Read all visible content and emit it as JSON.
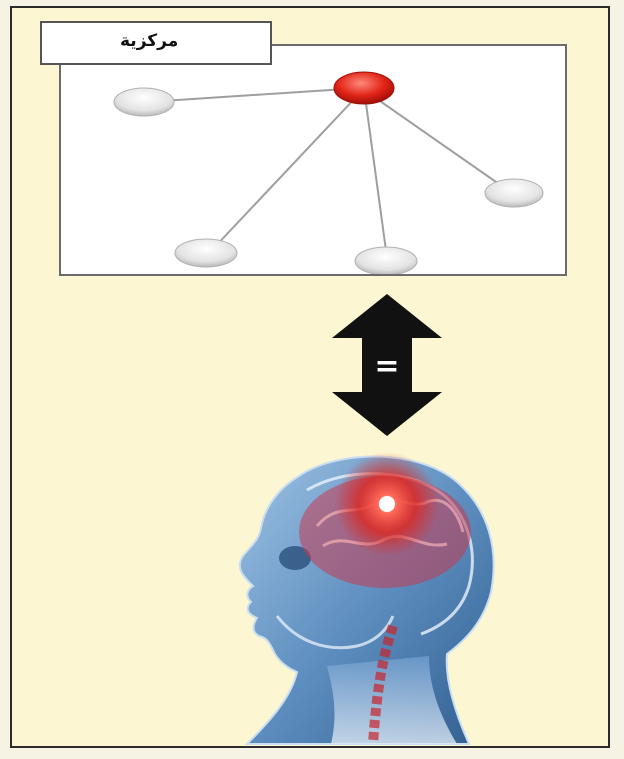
{
  "diagram": {
    "label": "مركزية",
    "equals_symbol": "=",
    "colors": {
      "background": "#fdf6d2",
      "central_node": "#d91c14",
      "peripheral_node": "#e6e6e6",
      "arrow": "#111111",
      "edge": "#9e9e9e"
    },
    "nodes": [
      {
        "id": "center",
        "role": "central"
      },
      {
        "id": "left",
        "role": "peripheral"
      },
      {
        "id": "right",
        "role": "peripheral"
      },
      {
        "id": "bottom-left",
        "role": "peripheral"
      },
      {
        "id": "bottom-middle",
        "role": "peripheral"
      }
    ],
    "edges": [
      [
        "center",
        "left"
      ],
      [
        "center",
        "right"
      ],
      [
        "center",
        "bottom-left"
      ],
      [
        "center",
        "bottom-middle"
      ]
    ],
    "illustration": "human-head-brain"
  }
}
